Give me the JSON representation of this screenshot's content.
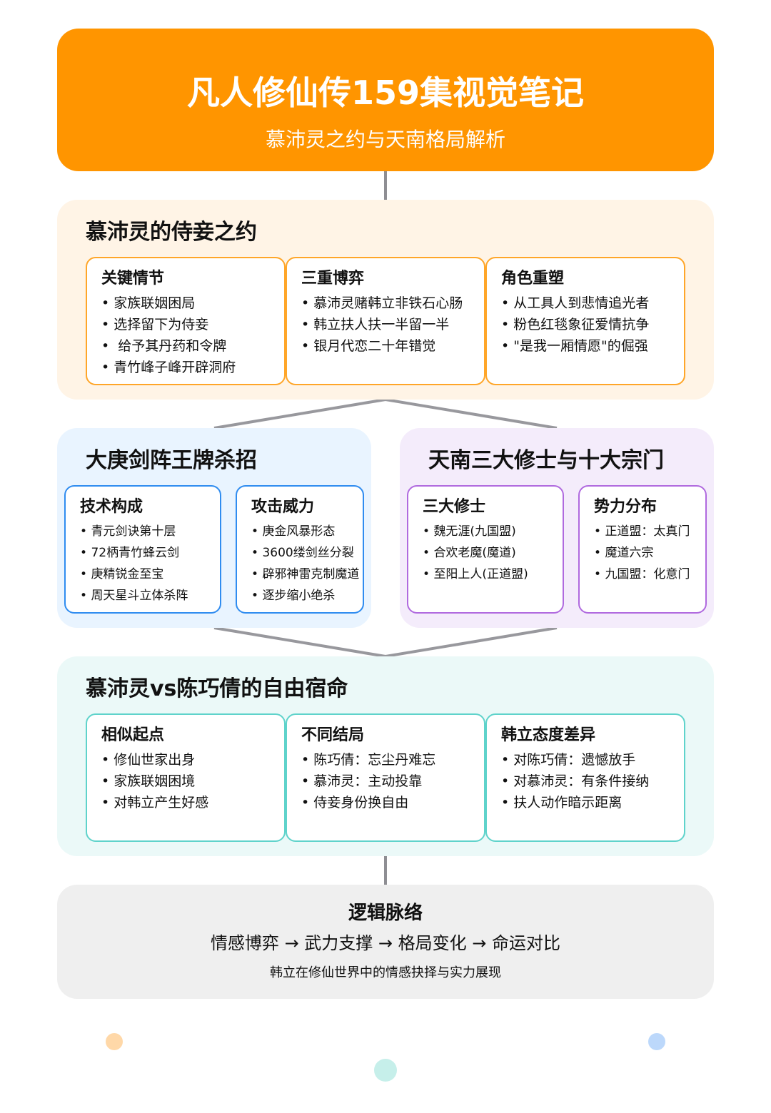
{
  "header": {
    "title": "凡人修仙传159集视觉笔记",
    "subtitle": "慕沛灵之约与天南格局解析"
  },
  "section1": {
    "title": "慕沛灵的侍妾之约",
    "cards": [
      {
        "title": "关键情节",
        "items": [
          "家族联姻困局",
          "选择留下为侍妾",
          " 给予其丹药和令牌",
          "青竹峰子峰开辟洞府"
        ]
      },
      {
        "title": "三重博弈",
        "items": [
          "慕沛灵赌韩立非铁石心肠",
          "韩立扶人扶一半留一半",
          "银月代恋二十年错觉"
        ]
      },
      {
        "title": "角色重塑",
        "items": [
          "从工具人到悲情追光者",
          "粉色红毯象征爱情抗争",
          "\"是我一厢情愿\"的倔强"
        ]
      }
    ]
  },
  "section2": {
    "title": "大庚剑阵王牌杀招",
    "cards": [
      {
        "title": "技术构成",
        "items": [
          "青元剑诀第十层",
          "72柄青竹蜂云剑",
          "庚精锐金至宝",
          "周天星斗立体杀阵"
        ]
      },
      {
        "title": "攻击威力",
        "items": [
          "庚金风暴形态",
          "3600缕剑丝分裂",
          "辟邪神雷克制魔道",
          "逐步缩小绝杀"
        ]
      }
    ]
  },
  "section3": {
    "title": "天南三大修士与十大宗门",
    "cards": [
      {
        "title": "三大修士",
        "items": [
          "魏无涯(九国盟)",
          "合欢老魔(魔道)",
          "至阳上人(正道盟)"
        ]
      },
      {
        "title": "势力分布",
        "items": [
          "正道盟：太真门",
          "魔道六宗",
          "九国盟：化意门"
        ]
      }
    ]
  },
  "section4": {
    "title": "慕沛灵vs陈巧倩的自由宿命",
    "cards": [
      {
        "title": "相似起点",
        "items": [
          "修仙世家出身",
          "家族联姻困境",
          "对韩立产生好感"
        ]
      },
      {
        "title": "不同结局",
        "items": [
          "陈巧倩：忘尘丹难忘",
          "慕沛灵：主动投靠",
          "侍妾身份换自由"
        ]
      },
      {
        "title": "韩立态度差异",
        "items": [
          "对陈巧倩：遗憾放手",
          "对慕沛灵：有条件接纳",
          "扶人动作暗示距离"
        ]
      }
    ]
  },
  "logic": {
    "title": "逻辑脉络",
    "flow": "情感博弈 → 武力支撑 → 格局变化 → 命运对比",
    "footer": "韩立在修仙世界中的情感抉择与实力展现"
  },
  "colors": {
    "header": "#ff9500",
    "orange_border": "#ffa629",
    "orange_bg": "#fff4e6",
    "blue_border": "#2f8cf0",
    "blue_bg": "#e9f4ff",
    "purple_border": "#b06adf",
    "purple_bg": "#f4ecfb",
    "teal_border": "#5fd3cb",
    "teal_bg": "#ebf9f8",
    "logic_bg": "#efefef",
    "dot_orange": "#ffd8a8",
    "dot_teal": "#c6efea",
    "dot_blue": "#bcd8fb"
  }
}
